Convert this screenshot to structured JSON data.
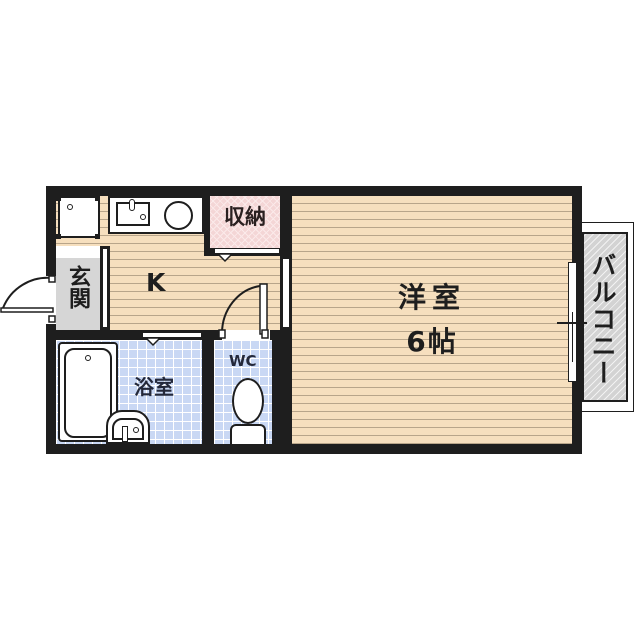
{
  "floor_plan": {
    "rooms": {
      "western_room": {
        "label": "洋室",
        "size": "6帖"
      },
      "kitchen": {
        "label": "K"
      },
      "storage": {
        "label": "収納"
      },
      "entrance": {
        "label": "玄関"
      },
      "bathroom": {
        "label": "浴室"
      },
      "toilet": {
        "label": "WC"
      },
      "balcony": {
        "label": "バルコニー"
      }
    },
    "colors": {
      "wall": "#1e1e1e",
      "wood_floor": "#f6dfbe",
      "tile_floor": "#c9d8f4",
      "storage_floor": "#f4d6d6",
      "entrance_floor": "#d6d6d6",
      "balcony_floor": "#d3d3d3"
    }
  }
}
